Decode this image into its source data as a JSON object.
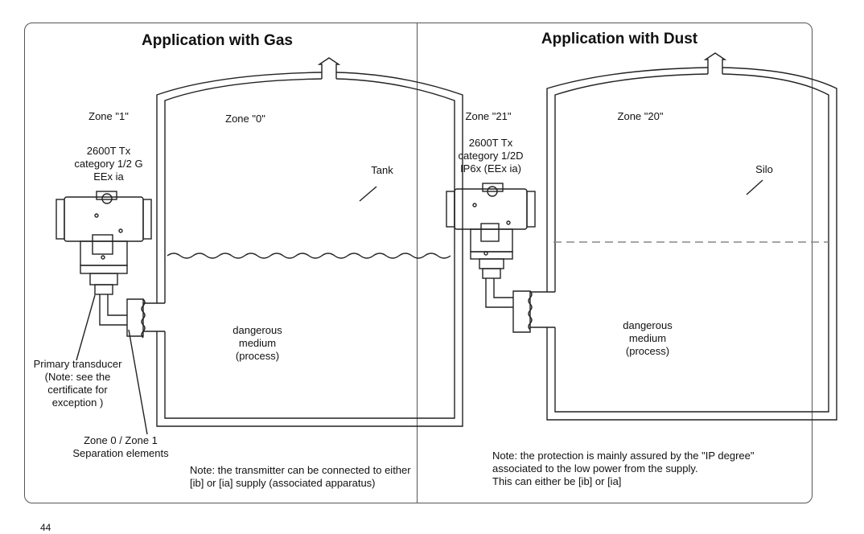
{
  "gas": {
    "title": "Application with Gas",
    "zone_outside": "Zone \"1\"",
    "zone_inside": "Zone \"0\"",
    "transmitter": [
      "2600T Tx",
      "category 1/2 G",
      "EEx ia"
    ],
    "vessel": "Tank",
    "medium": [
      "dangerous",
      "medium",
      "(process)"
    ],
    "primary_transducer": [
      "Primary transducer",
      "(Note: see the",
      "certificate for",
      "exception )"
    ],
    "separation": [
      "Zone 0 / Zone 1",
      "Separation elements"
    ],
    "note": [
      "Note: the transmitter can be connected to either",
      "[ib] or [ia] supply (associated apparatus)"
    ]
  },
  "dust": {
    "title": "Application with Dust",
    "zone_outside": "Zone \"21\"",
    "zone_inside": "Zone \"20\"",
    "transmitter": [
      "2600T Tx",
      "category 1/2D",
      "IP6x (EEx ia)"
    ],
    "vessel": "Silo",
    "medium": [
      "dangerous",
      "medium",
      "(process)"
    ],
    "note": [
      "Note: the protection is mainly assured by the \"IP degree\"",
      "associated to the low power from the supply.",
      "This can either be [ib] or [ia]"
    ]
  },
  "page_number": "44"
}
